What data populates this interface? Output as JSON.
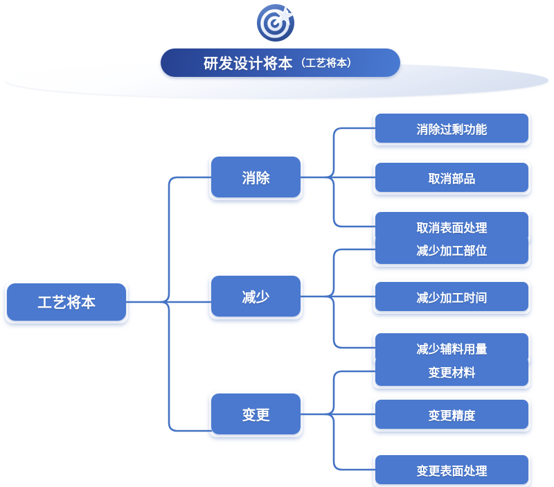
{
  "header": {
    "icon": "target-arrow-icon",
    "title_main": "研发设计将本",
    "title_sub": "（工艺将本）"
  },
  "colors": {
    "node_fill": "#4a79cf",
    "title_gradient_start": "#27408f",
    "title_gradient_end": "#4a7ad2",
    "connector": "#4272c4",
    "text": "#ffffff"
  },
  "diagram": {
    "type": "tree",
    "root": {
      "label": "工艺将本"
    },
    "branches": [
      {
        "label": "消除",
        "leaves": [
          {
            "label": "消除过剩功能"
          },
          {
            "label": "取消部品"
          },
          {
            "label": "取消表面处理"
          }
        ]
      },
      {
        "label": "减少",
        "leaves": [
          {
            "label": "减少加工部位"
          },
          {
            "label": "减少加工时间"
          },
          {
            "label": "减少辅料用量"
          }
        ]
      },
      {
        "label": "变更",
        "leaves": [
          {
            "label": "变更材料"
          },
          {
            "label": "变更精度"
          },
          {
            "label": "变更表面处理"
          }
        ]
      }
    ]
  }
}
